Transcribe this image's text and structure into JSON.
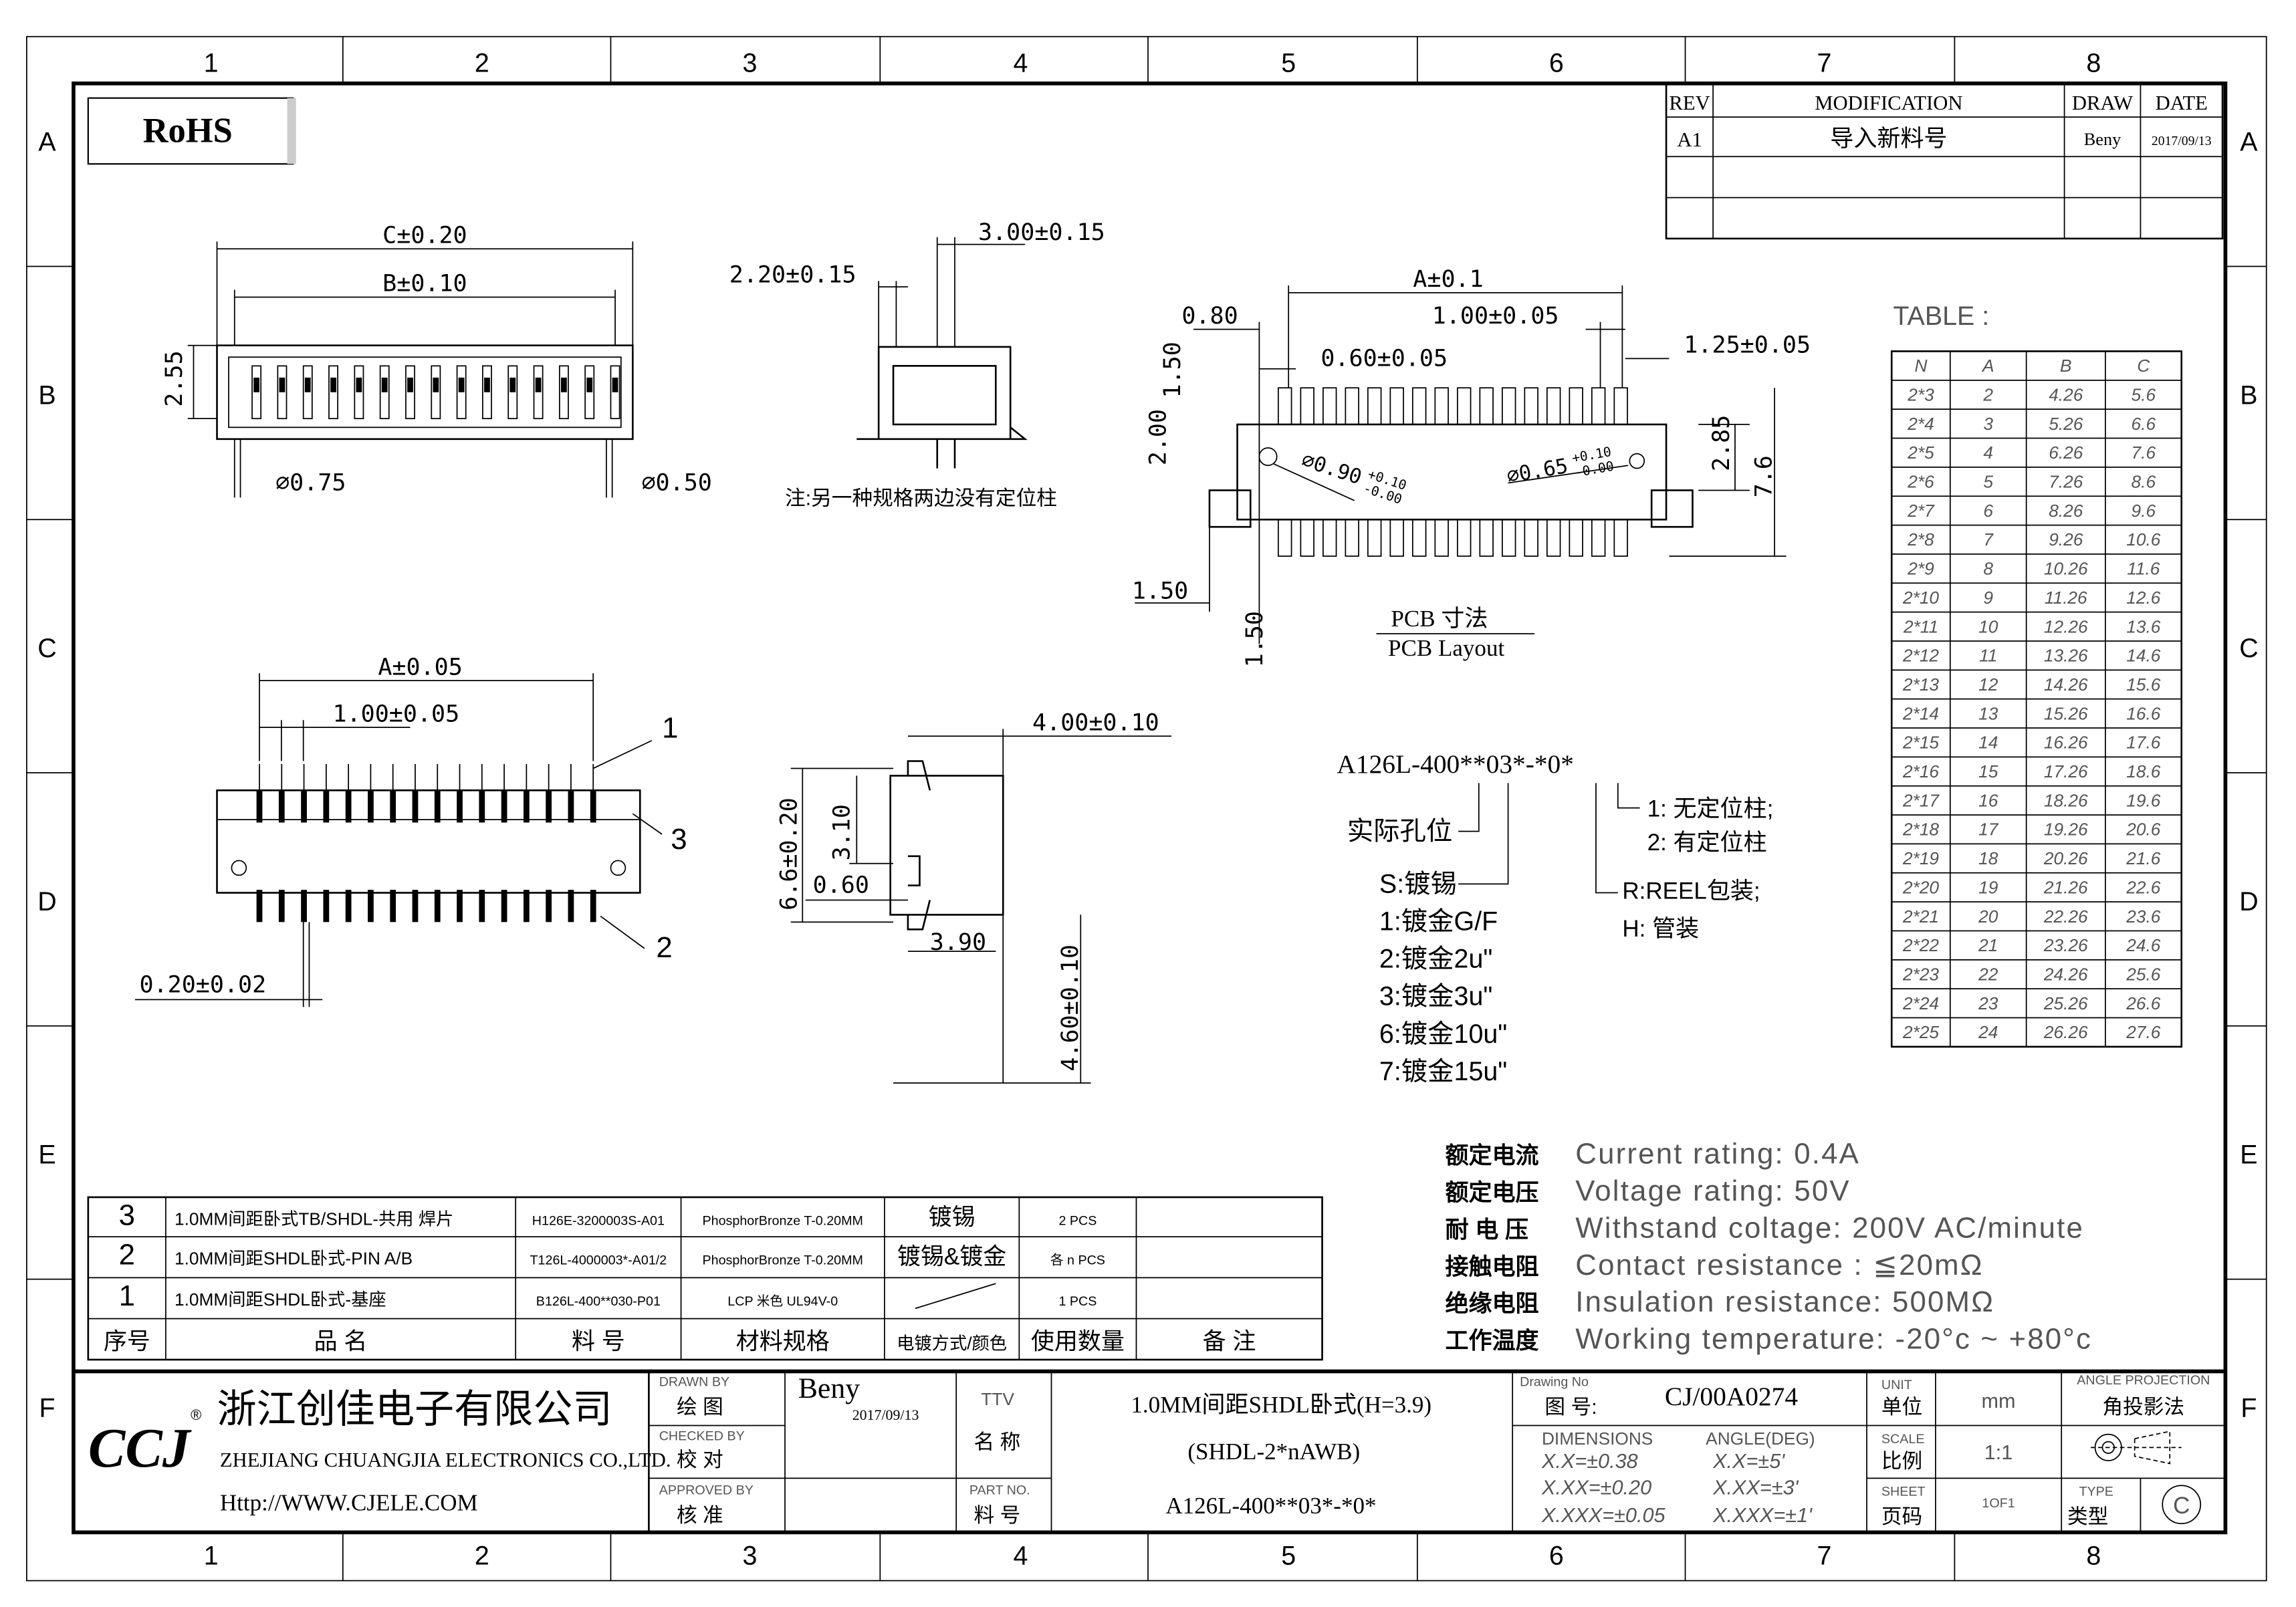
{
  "border": {
    "columns": [
      "1",
      "2",
      "3",
      "4",
      "5",
      "6",
      "7",
      "8"
    ],
    "rows": [
      "A",
      "B",
      "C",
      "D",
      "E",
      "F"
    ]
  },
  "rohs_label": "RoHS",
  "revision_table": {
    "headers": [
      "REV",
      "MODIFICATION",
      "DRAW",
      "DATE"
    ],
    "rows": [
      [
        "A1",
        "导入新料号",
        "Beny",
        "2017/09/13"
      ]
    ]
  },
  "dimension_table": {
    "title": "TABLE :",
    "headers": [
      "N",
      "A",
      "B",
      "C"
    ],
    "rows": [
      [
        "2*3",
        "2",
        "4.26",
        "5.6"
      ],
      [
        "2*4",
        "3",
        "5.26",
        "6.6"
      ],
      [
        "2*5",
        "4",
        "6.26",
        "7.6"
      ],
      [
        "2*6",
        "5",
        "7.26",
        "8.6"
      ],
      [
        "2*7",
        "6",
        "8.26",
        "9.6"
      ],
      [
        "2*8",
        "7",
        "9.26",
        "10.6"
      ],
      [
        "2*9",
        "8",
        "10.26",
        "11.6"
      ],
      [
        "2*10",
        "9",
        "11.26",
        "12.6"
      ],
      [
        "2*11",
        "10",
        "12.26",
        "13.6"
      ],
      [
        "2*12",
        "11",
        "13.26",
        "14.6"
      ],
      [
        "2*13",
        "12",
        "14.26",
        "15.6"
      ],
      [
        "2*14",
        "13",
        "15.26",
        "16.6"
      ],
      [
        "2*15",
        "14",
        "16.26",
        "17.6"
      ],
      [
        "2*16",
        "15",
        "17.26",
        "18.6"
      ],
      [
        "2*17",
        "16",
        "18.26",
        "19.6"
      ],
      [
        "2*18",
        "17",
        "19.26",
        "20.6"
      ],
      [
        "2*19",
        "18",
        "20.26",
        "21.6"
      ],
      [
        "2*20",
        "19",
        "21.26",
        "22.6"
      ],
      [
        "2*21",
        "20",
        "22.26",
        "23.6"
      ],
      [
        "2*22",
        "21",
        "23.26",
        "24.6"
      ],
      [
        "2*23",
        "22",
        "24.26",
        "25.6"
      ],
      [
        "2*24",
        "23",
        "25.26",
        "26.6"
      ],
      [
        "2*25",
        "24",
        "26.26",
        "27.6"
      ]
    ]
  },
  "top_view": {
    "c_dim": "C±0.20",
    "b_dim": "B±0.10",
    "height": "2.55",
    "dia1": "∅0.75",
    "dia2": "∅0.50"
  },
  "side_view": {
    "dim1": "2.20±0.15",
    "dim2": "3.00±0.15",
    "note": "注:另一种规格两边没有定位柱"
  },
  "pcb_layout": {
    "a_dim": "A±0.1",
    "d080": "0.80",
    "pitch": "1.00±0.05",
    "pad_w": "0.60±0.05",
    "d125": "1.25±0.05",
    "d150a": "1.50",
    "d200": "2.00",
    "hole1": "∅0.90",
    "hole1_tol_plus": "+0.10",
    "hole1_tol_minus": "-0.00",
    "hole2": "∅0.65",
    "hole2_tol_plus": "+0.10",
    "hole2_tol_minus": "-0.00",
    "d285": "2.85",
    "d76": "7.6",
    "d150b": "1.50",
    "d150c": "1.50",
    "title_cn": "PCB  寸法",
    "title_en": "PCB Layout"
  },
  "front_view": {
    "a_dim": "A±0.05",
    "pitch": "1.00±0.05",
    "callout1": "1",
    "callout3": "3",
    "callout2": "2",
    "pin_w": "0.20±0.02"
  },
  "end_view": {
    "d400": "4.00±0.10",
    "d66": "6.6±0.20",
    "d310": "3.10",
    "d060": "0.60",
    "d390": "3.90",
    "d460": "4.60±0.10"
  },
  "part_number": {
    "code": "A126L-400**03*-*0*",
    "post_1": "1: 无定位柱;",
    "post_2": "2: 有定位柱",
    "actual_pins": "实际孔位",
    "plating": [
      "S:镀锡",
      "1:镀金G/F",
      "2:镀金2u\"",
      "3:镀金3u\"",
      "6:镀金10u\"",
      "7:镀金15u\""
    ],
    "pack_r": "R:REEL包装;",
    "pack_h": "H: 管装"
  },
  "specs": [
    {
      "cn": "额定电流",
      "en": "Current rating: 0.4A"
    },
    {
      "cn": "额定电压",
      "en": "Voltage rating: 50V"
    },
    {
      "cn": "耐 电 压",
      "en": "Withstand coltage: 200V AC/minute"
    },
    {
      "cn": "接触电阻",
      "en": "Contact resistance : ≦20mΩ"
    },
    {
      "cn": "绝缘电阻",
      "en": "Insulation resistance: 500MΩ"
    },
    {
      "cn": "工作温度",
      "en": "Working temperature: -20°c ~ +80°c"
    }
  ],
  "bom": {
    "headers": [
      "序号",
      "品          名",
      "料      号",
      "材料规格",
      "电镀方式/颜色",
      "使用数量",
      "备  注"
    ],
    "rows": [
      [
        "3",
        "1.0MM间距卧式TB/SHDL-共用 焊片",
        "H126E-3200003S-A01",
        "PhosphorBronze T-0.20MM",
        "镀锡",
        "2  PCS",
        ""
      ],
      [
        "2",
        "1.0MM间距SHDL卧式-PIN A/B",
        "T126L-4000003*-A01/2",
        "PhosphorBronze T-0.20MM",
        "镀锡&镀金",
        "各 n  PCS",
        ""
      ],
      [
        "1",
        "1.0MM间距SHDL卧式-基座",
        "B126L-400**030-P01",
        "LCP 米色 UL94V-0",
        "",
        "1  PCS",
        ""
      ]
    ]
  },
  "title_block": {
    "logo": "CCJ",
    "reg": "®",
    "company_cn": "浙江创佳电子有限公司",
    "company_en": "ZHEJIANG CHUANGJIA ELECTRONICS CO.,LTD.",
    "website": "Http://WWW.CJELE.COM",
    "drawn_by_en": "DRAWN BY",
    "drawn_by_cn": "绘 图",
    "drawn_by": "Beny",
    "drawn_date": "2017/09/13",
    "checked_by_en": "CHECKED BY",
    "checked_by_cn": "校 对",
    "approved_by_en": "APPROVED BY",
    "approved_by_cn": "核 准",
    "title_en": "TTV",
    "title_cn": "名 称",
    "product_name_1": "1.0MM间距SHDL卧式(H=3.9)",
    "product_name_2": "(SHDL-2*nAWB)",
    "part_no_en": "PART NO.",
    "part_no_cn": "料 号",
    "part_no": "A126L-400**03*-*0*",
    "drawing_no_en": "Drawing No",
    "drawing_no_cn": "图  号:",
    "drawing_no": "CJ/00A0274",
    "dimensions_label": "DIMENSIONS",
    "angle_label": "ANGLE(DEG)",
    "tol_x": "X.X=±0.38",
    "tol_xx": "X.XX=±0.20",
    "tol_xxx": "X.XXX=±0.05",
    "ang_x": "X.X=±5'",
    "ang_xx": "X.XX=±3'",
    "ang_xxx": "X.XXX=±1'",
    "unit_en": "UNIT",
    "unit_cn": "单位",
    "unit": "mm",
    "scale_en": "SCALE",
    "scale_cn": "比例",
    "scale": "1:1",
    "sheet_en": "SHEET",
    "sheet_cn": "页码",
    "sheet": "1OF1",
    "projection_en": "ANGLE PROJECTION",
    "projection_cn": "角投影法",
    "type_en": "TYPE",
    "type_cn": "类型",
    "type": "C"
  }
}
